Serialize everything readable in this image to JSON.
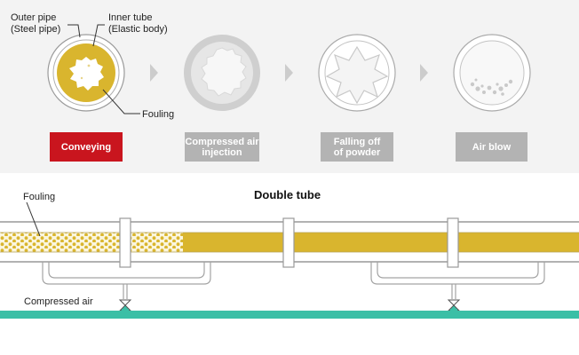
{
  "labels": {
    "outer_pipe_line1": "Outer pipe",
    "outer_pipe_line2": "(Steel pipe)",
    "inner_tube_line1": "Inner tube",
    "inner_tube_line2": "(Elastic body)",
    "fouling_top": "Fouling",
    "fouling_bottom": "Fouling",
    "compressed_air": "Compressed air",
    "double_tube_title": "Double tube"
  },
  "steps": [
    {
      "line1": "Conveying",
      "line2": "",
      "color": "#c9151e"
    },
    {
      "line1": "Compressed air",
      "line2": "injection",
      "color": "#b3b3b3"
    },
    {
      "line1": "Falling off",
      "line2": "of powder",
      "color": "#b3b3b3"
    },
    {
      "line1": "Air blow",
      "line2": "",
      "color": "#b3b3b3"
    }
  ],
  "colors": {
    "powder_yellow": "#d9b52e",
    "air_line_teal": "#3bbfa6",
    "top_background": "#f3f3f3",
    "inactive_gray": "#b3b3b3",
    "active_red": "#c9151e"
  }
}
